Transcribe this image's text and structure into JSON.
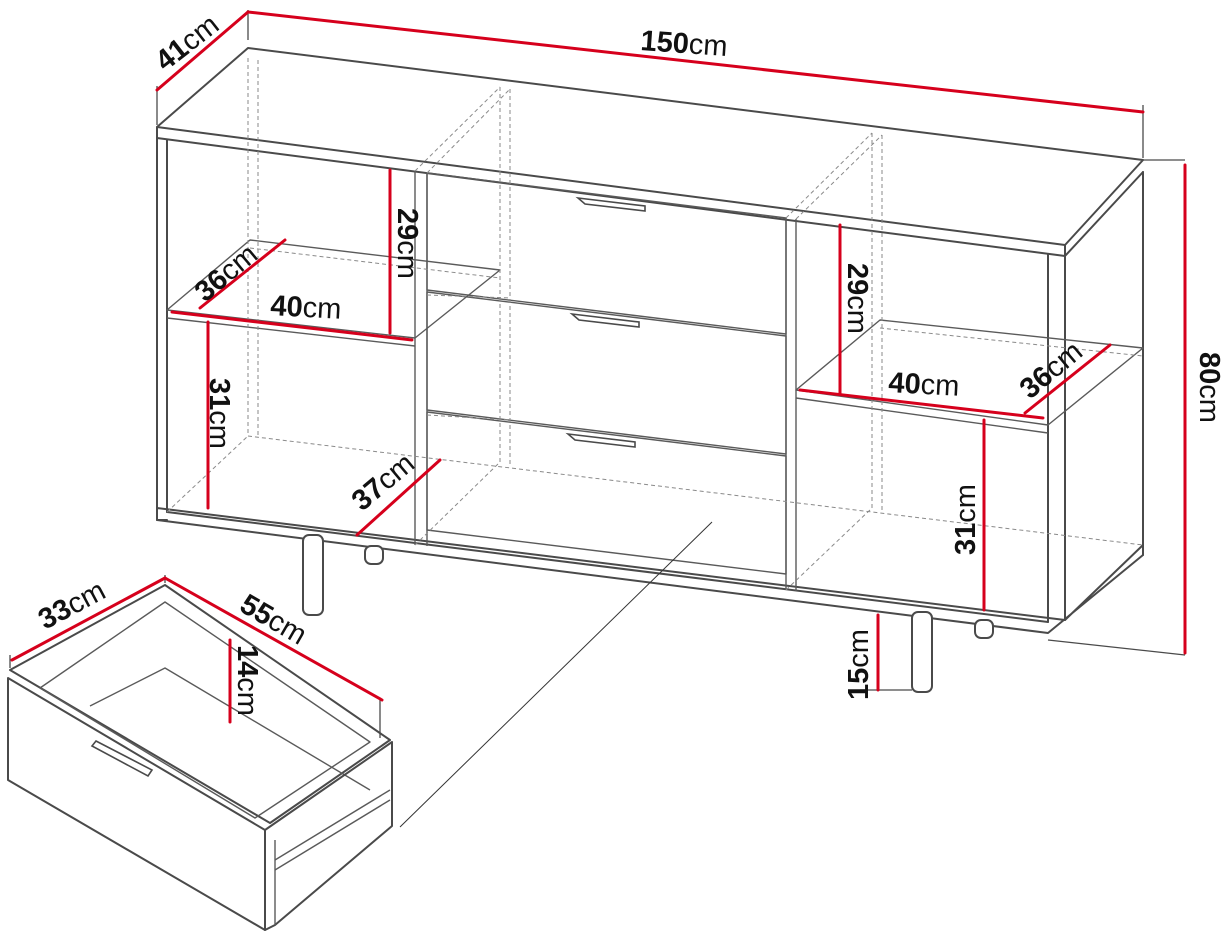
{
  "dimensions": {
    "width": {
      "value": "150",
      "unit": "cm"
    },
    "depth": {
      "value": "41",
      "unit": "cm"
    },
    "height": {
      "value": "80",
      "unit": "cm"
    },
    "leg_height": {
      "value": "15",
      "unit": "cm"
    },
    "left_top_shelf_height": {
      "value": "29",
      "unit": "cm"
    },
    "left_shelf_depth": {
      "value": "36",
      "unit": "cm"
    },
    "left_shelf_width": {
      "value": "40",
      "unit": "cm"
    },
    "left_bottom_height": {
      "value": "31",
      "unit": "cm"
    },
    "left_bottom_depth": {
      "value": "37",
      "unit": "cm"
    },
    "right_top_shelf_height": {
      "value": "29",
      "unit": "cm"
    },
    "right_shelf_width": {
      "value": "40",
      "unit": "cm"
    },
    "right_shelf_depth": {
      "value": "36",
      "unit": "cm"
    },
    "right_bottom_height": {
      "value": "31",
      "unit": "cm"
    },
    "drawer_width": {
      "value": "33",
      "unit": "cm"
    },
    "drawer_depth": {
      "value": "55",
      "unit": "cm"
    },
    "drawer_height": {
      "value": "14",
      "unit": "cm"
    }
  },
  "colors": {
    "dimension_line": "#d6001c",
    "outline": "#4a4a4a",
    "text": "#111111"
  }
}
